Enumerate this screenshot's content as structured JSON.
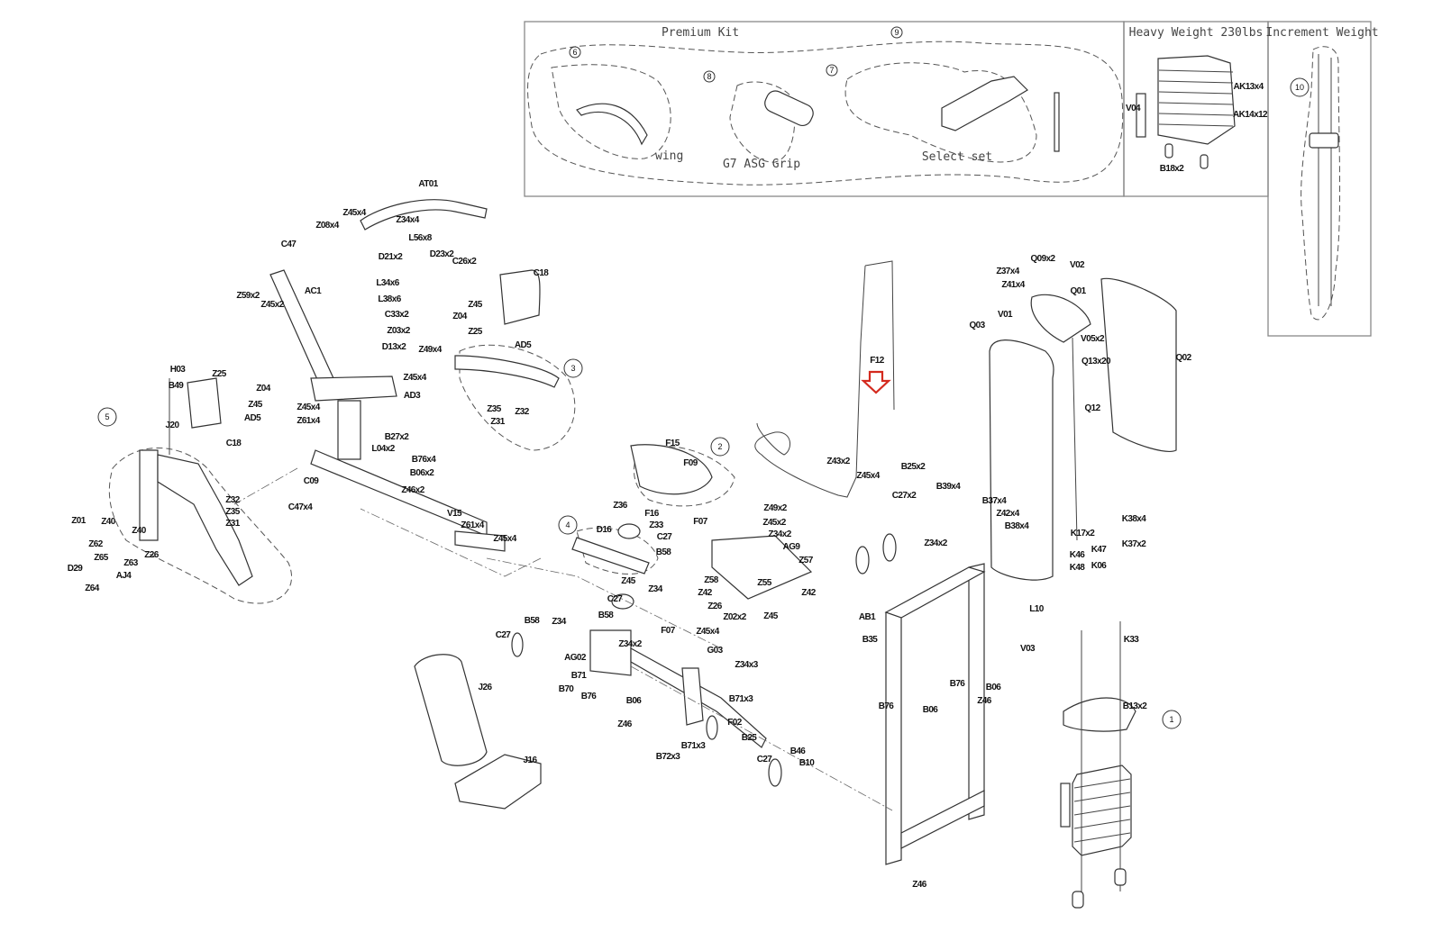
{
  "kit_boxes": {
    "premium_kit": "Premium Kit",
    "wing": "wing",
    "grip": "G7  ASG Grip",
    "select_set": "Select set",
    "heavy_weight": "Heavy  Weight  230lbs",
    "increment_weight": "Increment Weight"
  },
  "callouts": [
    "1",
    "2",
    "3",
    "4",
    "5",
    "6",
    "7",
    "8",
    "9",
    "10"
  ],
  "highlight": {
    "part": "F12",
    "arrow_color": "#d42a1e",
    "arrow_icon": "arrow-down-icon"
  },
  "labels": [
    "AT01",
    "Z45x4",
    "Z34x4",
    "Z08x4",
    "C47",
    "L56x8",
    "D23x2",
    "D21x2",
    "C26x2",
    "L34x6",
    "AC1",
    "Z59x2",
    "Z45x2",
    "L38x6",
    "C33x2",
    "Z45",
    "Z04",
    "Z03x2",
    "Z25",
    "D13x2",
    "Z49x4",
    "AD5",
    "H03",
    "Z45x4",
    "B49",
    "Z25",
    "Z04",
    "AD3",
    "Z45",
    "AD5",
    "Z45x4",
    "Z61x4",
    "Z35",
    "Z32",
    "Z31",
    "J20",
    "B27x2",
    "C18",
    "L04x2",
    "B76x4",
    "B06x2",
    "C09",
    "Z46x2",
    "C47x4",
    "V15",
    "Z32",
    "Z35",
    "Z31",
    "Z01",
    "Z40",
    "Z40",
    "Z61x4",
    "Z45x4",
    "Z62",
    "Z65",
    "Z63",
    "Z26",
    "AJ4",
    "D29",
    "Z64",
    "C18",
    "F15",
    "F09",
    "Z36",
    "F16",
    "F07",
    "D16",
    "Z33",
    "C27",
    "B58",
    "Z45",
    "Z34",
    "Z49x2",
    "Z45x2",
    "Z34x2",
    "AG9",
    "Z57",
    "Z58",
    "Z55",
    "Z42",
    "Z42",
    "Z26",
    "Z45",
    "C27",
    "B58",
    "B58",
    "Z34",
    "C27",
    "F07",
    "Z02x2",
    "Z45x4",
    "Z34x2",
    "AG02",
    "G03",
    "Z34x3",
    "B71",
    "B70",
    "J26",
    "B76",
    "B06",
    "B71x3",
    "Z46",
    "F02",
    "B25",
    "B71x3",
    "B72x3",
    "J16",
    "B46",
    "B10",
    "C27",
    "F12",
    "Q09x2",
    "V02",
    "Z37x4",
    "Z41x4",
    "Q01",
    "V01",
    "Q03",
    "V05x2",
    "Q13x20",
    "Q12",
    "Q02",
    "Z43x2",
    "B25x2",
    "Z45x4",
    "B39x4",
    "C27x2",
    "B37x4",
    "Z42x4",
    "B38x4",
    "K38x4",
    "Z34x2",
    "K17x2",
    "K37x2",
    "K47",
    "K46",
    "K48",
    "K06",
    "L10",
    "AB1",
    "K33",
    "V03",
    "B35",
    "B76",
    "B06",
    "Z46",
    "B76",
    "B06",
    "B13x2",
    "Z46",
    "AK13x4",
    "AK14x12",
    "V04",
    "B18x2"
  ]
}
